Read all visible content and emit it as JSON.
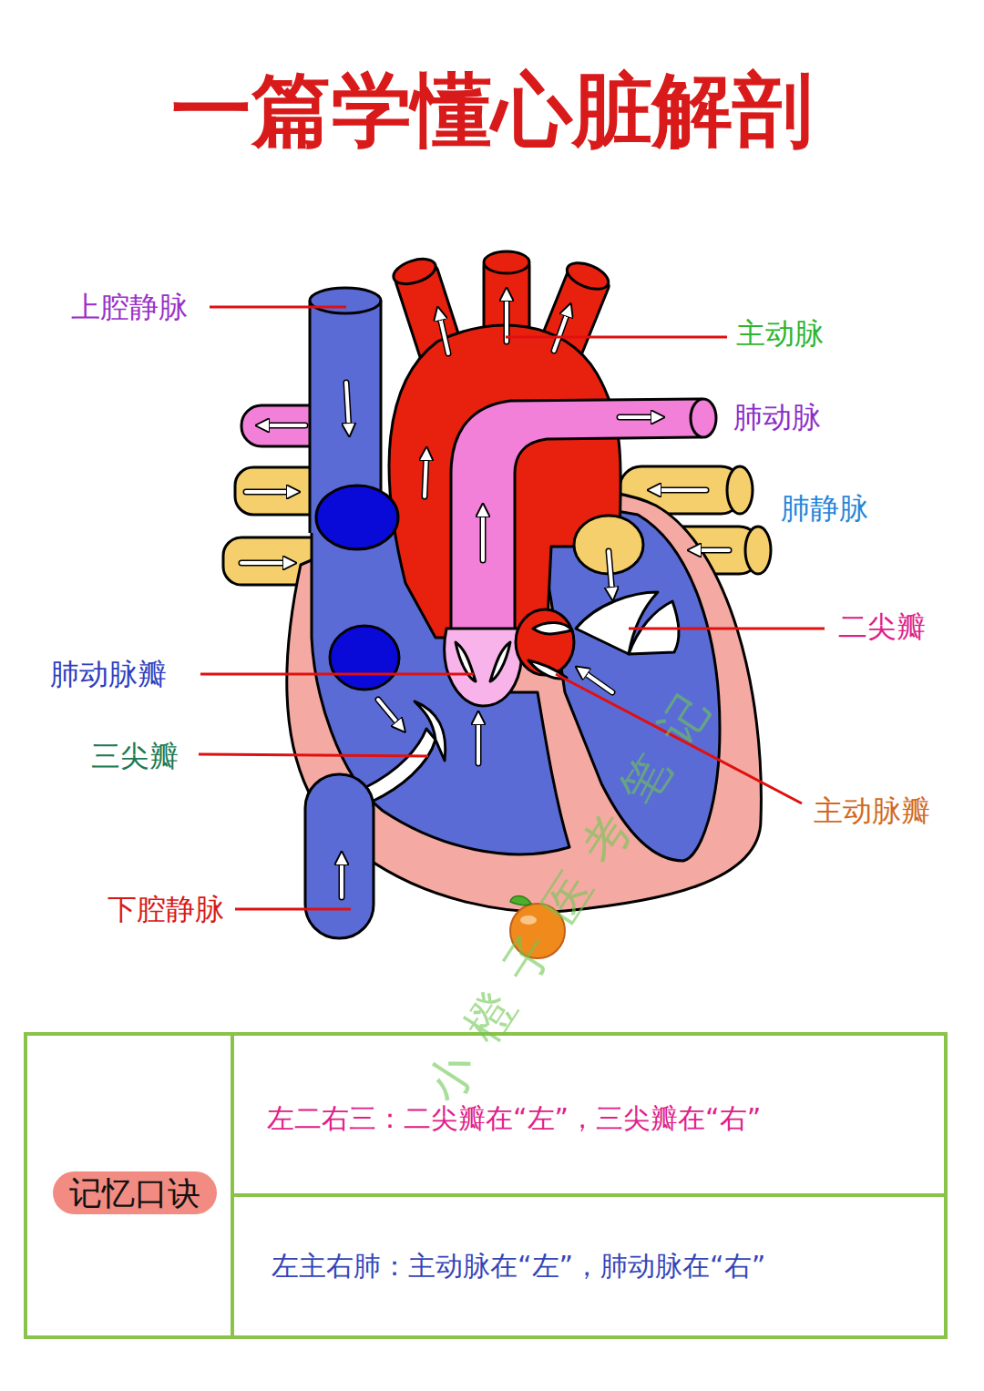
{
  "diagram": {
    "title": "一篇学懂心脏解剖",
    "nodes": [
      {
        "text": [
          "记忆口诀"
        ]
      }
    ],
    "labels": [
      "上腔静脉",
      "主动脉",
      "肺动脉",
      "肺静脉",
      "二尖瓣",
      "肺动脉瓣",
      "三尖瓣",
      "主动脉瓣",
      "下腔静脉",
      "小橙子医考笔记",
      "左二右三：二尖瓣在“左”，三尖瓣在“右”",
      "左主右肺：主动脉在“左”，肺动脉在“右”"
    ]
  }
}
